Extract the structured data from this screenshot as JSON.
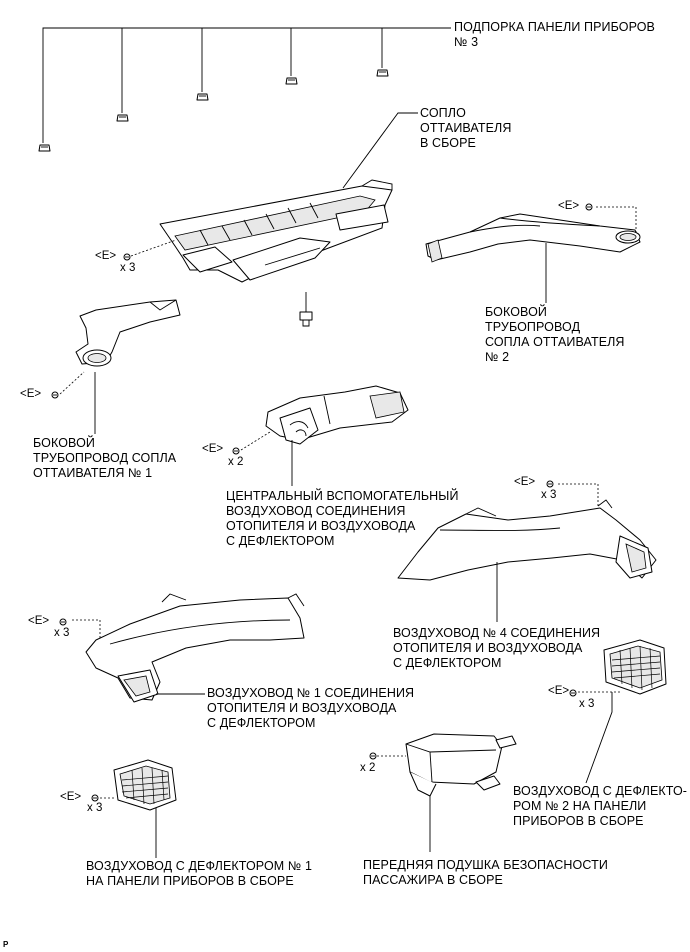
{
  "labels": {
    "support3": "ПОДПОРКА ПАНЕЛИ ПРИБОРОВ\n№ 3",
    "defroster_nozzle": "СОПЛО\nОТТАИВАТЕЛЯ\nВ СБОРЕ",
    "side_duct2": "БОКОВОЙ\nТРУБОПРОВОД\nСОПЛА ОТТАИВАТЕЛЯ\n№ 2",
    "side_duct1": "БОКОВОЙ\nТРУБОПРОВОД СОПЛА\nОТТАИВАТЕЛЯ № 1",
    "center_duct": "ЦЕНТРАЛЬНЫЙ ВСПОМОГАТЕЛЬНЫЙ\nВОЗДУХОВОД СОЕДИНЕНИЯ\nОТОПИТЕЛЯ И ВОЗДУХОВОДА\nС ДЕФЛЕКТОРОМ",
    "duct4": "ВОЗДУХОВОД № 4 СОЕДИНЕНИЯ\nОТОПИТЕЛЯ И ВОЗДУХОВОДА\nС ДЕФЛЕКТОРОМ",
    "duct1": "ВОЗДУХОВОД № 1 СОЕДИНЕНИЯ\nОТОПИТЕЛЯ И ВОЗДУХОВОДА\nС ДЕФЛЕКТОРОМ",
    "vent2": "ВОЗДУХОВОД С ДЕФЛЕКТО-\nРОМ № 2 НА ПАНЕЛИ\nПРИБОРОВ В СБОРЕ",
    "vent1": "ВОЗДУХОВОД С ДЕФЛЕКТОРОМ № 1\nНА ПАНЕЛИ ПРИБОРОВ В СБОРЕ",
    "airbag": "ПЕРЕДНЯЯ ПОДУШКА БЕЗОПАСНОСТИ\nПАССАЖИРА В СБОРЕ"
  },
  "fastener_tag": "<E>",
  "quantities": {
    "nozzle": "x 3",
    "center": "x 2",
    "duct4": "x 3",
    "duct1": "x 3",
    "vent2": "x 3",
    "airbag": "x 2",
    "vent1": "x 3"
  },
  "page_mark": "P"
}
